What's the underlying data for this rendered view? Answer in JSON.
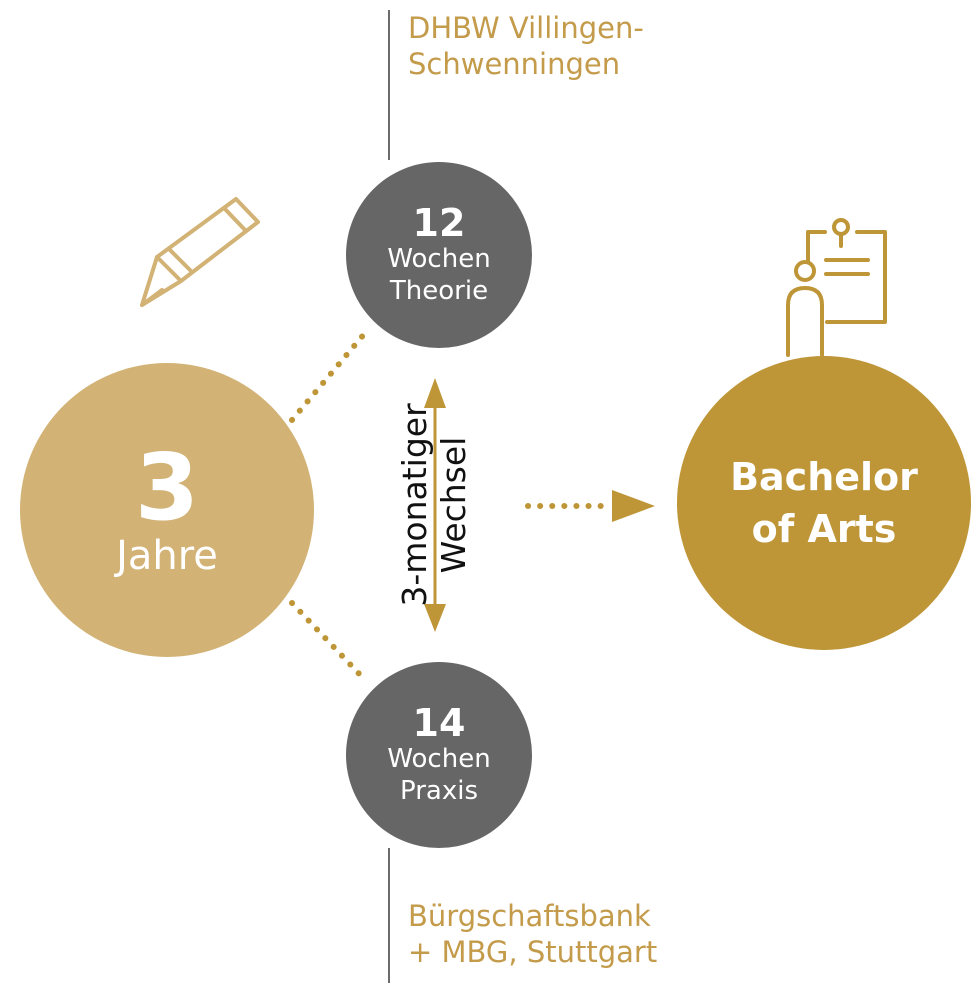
{
  "top_location": "DHBW Villingen-\nSchwenningen",
  "bottom_location": "Bürgschaftsbank\n+ MBG, Stuttgart",
  "theory": {
    "number": "12",
    "line1": "Wochen",
    "line2": "Theorie"
  },
  "practice": {
    "number": "14",
    "line1": "Wochen",
    "line2": "Praxis"
  },
  "duration": {
    "number": "3",
    "label": "Jahre"
  },
  "degree": {
    "label": "Bachelor\nof Arts"
  },
  "rotation": {
    "label": "3-monatiger\nWechsel"
  },
  "colors": {
    "gold": "#c39b4a",
    "light_gold": "#d2b275",
    "dark_gold": "#be9638",
    "grey": "#666666"
  },
  "icons": [
    "pencil-icon",
    "presenter-icon"
  ]
}
